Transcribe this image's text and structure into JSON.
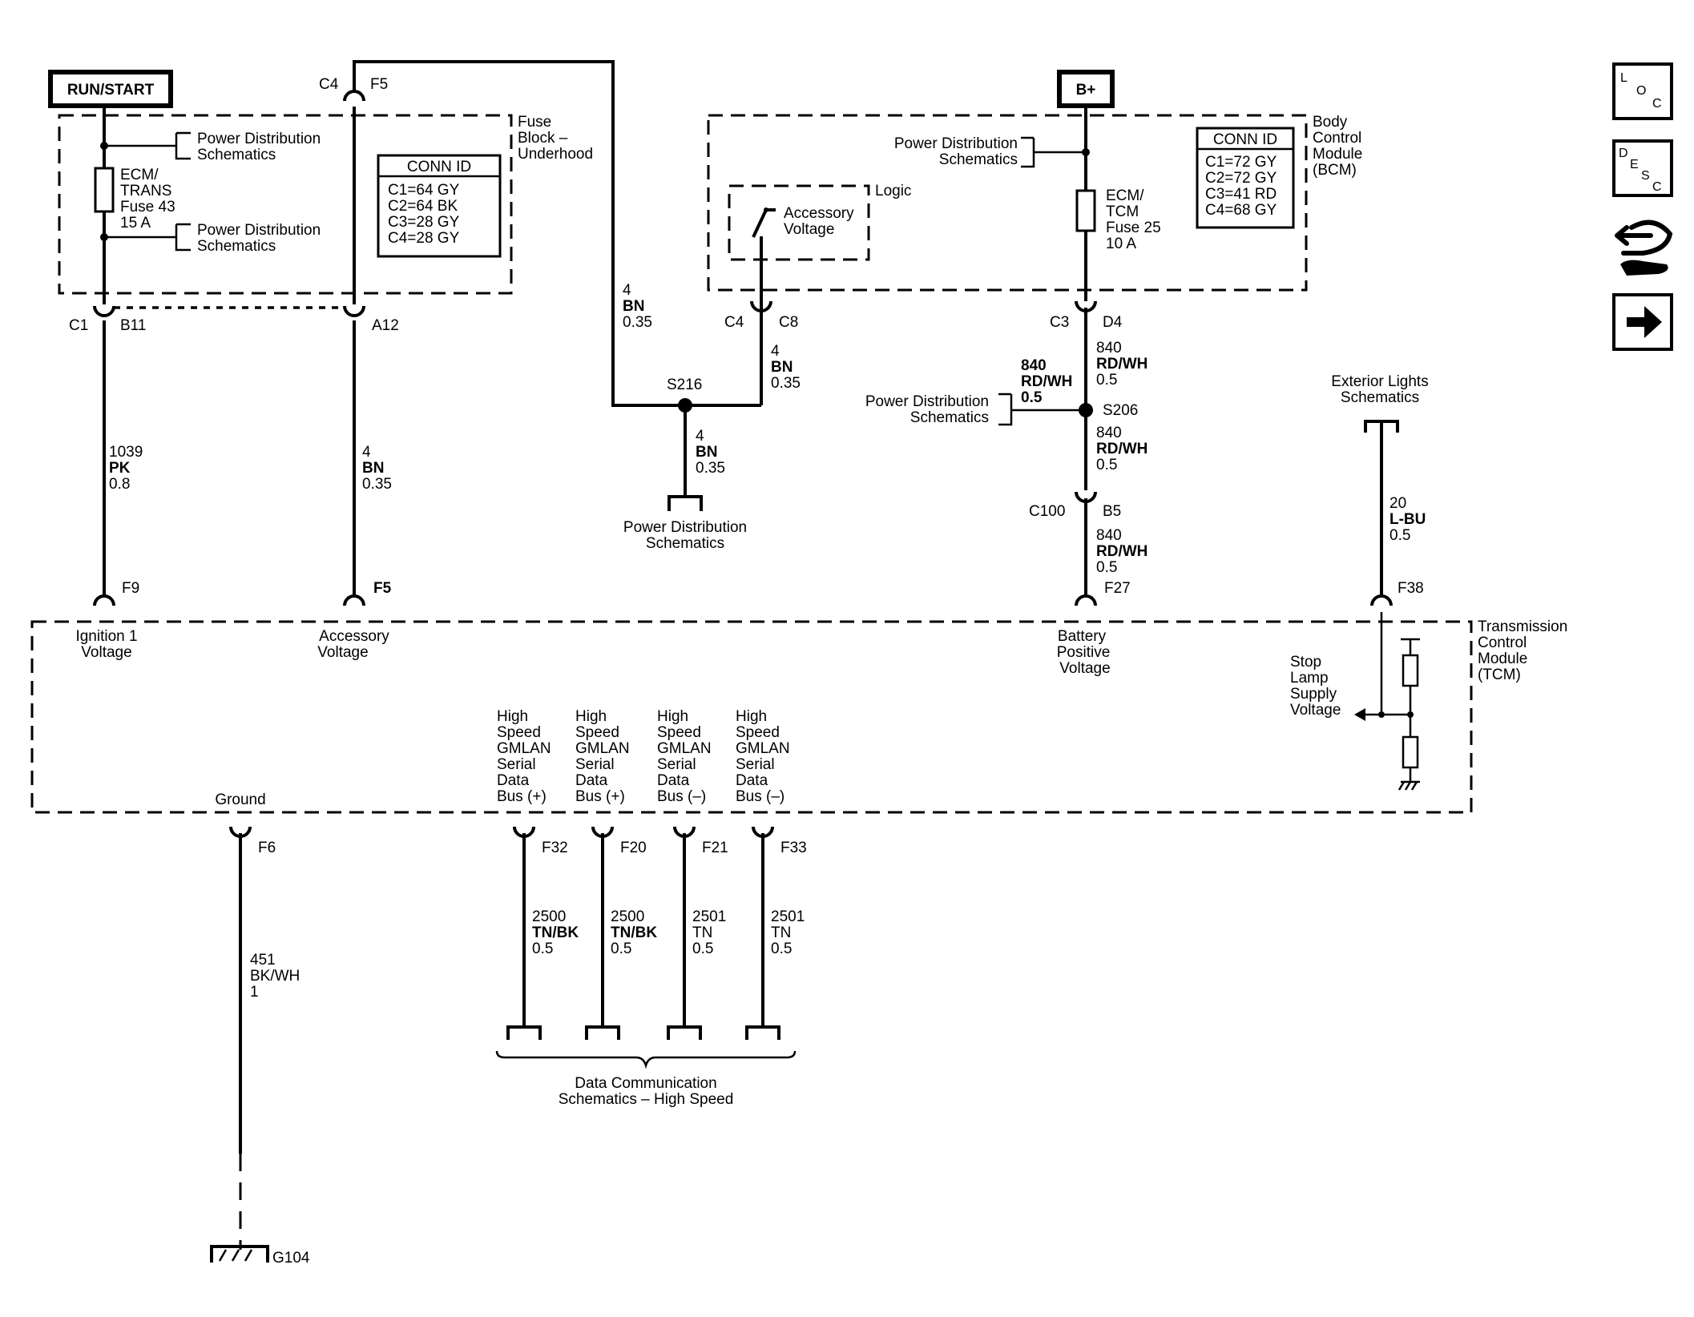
{
  "sources": {
    "run_start": "RUN/START",
    "b_plus": "B+"
  },
  "fuse_block": {
    "title_lines": [
      "Fuse",
      "Block –",
      "Underhood"
    ],
    "pd_top": [
      "Power Distribution",
      "Schematics"
    ],
    "pd_bottom": [
      "Power Distribution",
      "Schematics"
    ],
    "fuse_lines": [
      "ECM/",
      "TRANS",
      "Fuse 43",
      "15 A"
    ],
    "conn_title": "CONN ID",
    "conn_rows": [
      "C1=64 GY",
      "C2=64 BK",
      "C3=28 GY",
      "C4=28 GY"
    ],
    "top_conn": "C4",
    "top_pin": "F5",
    "bottom_conn": "C1",
    "bottom_pin_left": "B11",
    "bottom_pin_right": "A12"
  },
  "bcm": {
    "title_lines": [
      "Body",
      "Control",
      "Module",
      "(BCM)"
    ],
    "pd": [
      "Power Distribution",
      "Schematics"
    ],
    "logic": "Logic",
    "acc_lines": [
      "Accessory",
      "Voltage"
    ],
    "fuse_lines": [
      "ECM/",
      "TCM",
      "Fuse 25",
      "10 A"
    ],
    "conn_title": "CONN ID",
    "conn_rows": [
      "C1=72 GY",
      "C2=72 GY",
      "C3=41 RD",
      "C4=68 GY"
    ],
    "conn_left": "C4",
    "pin_left": "C8",
    "conn_right": "C3",
    "pin_right": "D4"
  },
  "wires": {
    "w1039": [
      "1039",
      "PK",
      "0.8"
    ],
    "w4a": [
      "4",
      "BN",
      "0.35"
    ],
    "w4top": [
      "4",
      "BN",
      "0.35"
    ],
    "w4bcm": [
      "4",
      "BN",
      "0.35"
    ],
    "w4splice": [
      "4",
      "BN",
      "0.35"
    ],
    "w840a": [
      "840",
      "RD/WH",
      "0.5"
    ],
    "w840left": [
      "840",
      "RD/WH",
      "0.5"
    ],
    "w840b": [
      "840",
      "RD/WH",
      "0.5"
    ],
    "w840c": [
      "840",
      "RD/WH",
      "0.5"
    ],
    "w20": [
      "20",
      "L-BU",
      "0.5"
    ],
    "w451": [
      "451",
      "BK/WH",
      "1"
    ],
    "w2500a": [
      "2500",
      "TN/BK",
      "0.5"
    ],
    "w2500b": [
      "2500",
      "TN/BK",
      "0.5"
    ],
    "w2501a": [
      "2501",
      "TN",
      "0.5"
    ],
    "w2501b": [
      "2501",
      "TN",
      "0.5"
    ]
  },
  "splices": {
    "s216": "S216",
    "s206": "S206",
    "pd_s216": [
      "Power Distribution",
      "Schematics"
    ],
    "pd_s206": [
      "Power Distribution",
      "Schematics"
    ]
  },
  "c100": {
    "conn": "C100",
    "pin": "B5"
  },
  "exterior": [
    "Exterior Lights",
    "Schematics"
  ],
  "tcm": {
    "title_lines": [
      "Transmission",
      "Control",
      "Module",
      "(TCM)"
    ],
    "pins": {
      "f9": "F9",
      "f5": "F5",
      "f27": "F27",
      "f38": "F38",
      "f6": "F6",
      "f32": "F32",
      "f20": "F20",
      "f21": "F21",
      "f33": "F33"
    },
    "ign": [
      "Ignition 1",
      "Voltage"
    ],
    "acc": [
      "Accessory",
      "Voltage"
    ],
    "batt": [
      "Battery",
      "Positive",
      "Voltage"
    ],
    "stop": [
      "Stop",
      "Lamp",
      "Supply",
      "Voltage"
    ],
    "ground": "Ground",
    "gmlan1": [
      "High",
      "Speed",
      "GMLAN",
      "Serial",
      "Data",
      "Bus (+)"
    ],
    "gmlan2": [
      "High",
      "Speed",
      "GMLAN",
      "Serial",
      "Data",
      "Bus (+)"
    ],
    "gmlan3": [
      "High",
      "Speed",
      "GMLAN",
      "Serial",
      "Data",
      "Bus (–)"
    ],
    "gmlan4": [
      "High",
      "Speed",
      "GMLAN",
      "Serial",
      "Data",
      "Bus (–)"
    ]
  },
  "data_comm": [
    "Data Communication",
    "Schematics – High Speed"
  ],
  "ground_id": "G104",
  "sidebar": {
    "loc": [
      "L",
      "O",
      "C"
    ],
    "desc": [
      "D",
      "E",
      "S",
      "C"
    ],
    "icons": [
      "connector-hands-icon",
      "next-arrow-icon"
    ]
  }
}
